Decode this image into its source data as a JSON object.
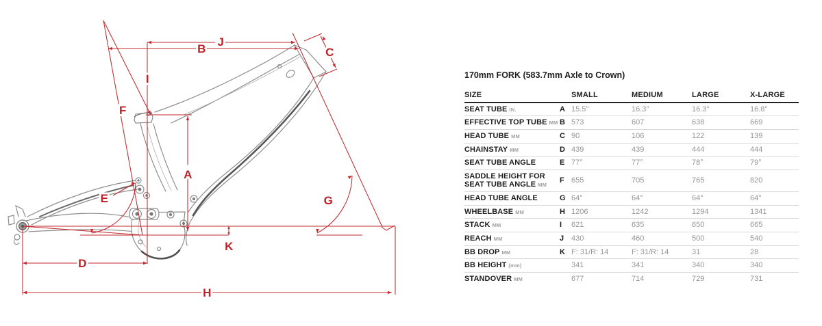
{
  "fork_note": "170mm FORK (583.7mm Axle to Crown)",
  "diagram": {
    "letters": [
      "A",
      "B",
      "C",
      "D",
      "E",
      "F",
      "G",
      "H",
      "I",
      "J",
      "K"
    ],
    "accent_red": "#bf2127",
    "frame_gray": "#8d8d8d"
  },
  "table": {
    "size_header": "SIZE",
    "columns": [
      "SMALL",
      "MEDIUM",
      "LARGE",
      "X-LARGE"
    ],
    "rows": [
      {
        "label": "SEAT TUBE",
        "unit": "IN.",
        "letter": "A",
        "values": [
          "15.5\"",
          "16.3\"",
          "16.3\"",
          "16.8\""
        ]
      },
      {
        "label": "EFFECTIVE TOP TUBE",
        "unit": "MM",
        "letter": "B",
        "values": [
          "573",
          "607",
          "638",
          "669"
        ]
      },
      {
        "label": "HEAD TUBE",
        "unit": "MM",
        "letter": "C",
        "values": [
          "90",
          "106",
          "122",
          "139"
        ]
      },
      {
        "label": "CHAINSTAY",
        "unit": "MM",
        "letter": "D",
        "values": [
          "439",
          "439",
          "444",
          "444"
        ]
      },
      {
        "label": "SEAT TUBE ANGLE",
        "unit": "",
        "letter": "E",
        "values": [
          "77°",
          "77°",
          "78°",
          "79°"
        ]
      },
      {
        "label": "SADDLE HEIGHT FOR\nSEAT TUBE ANGLE",
        "unit": "MM",
        "letter": "F",
        "values": [
          "655",
          "705",
          "765",
          "820"
        ]
      },
      {
        "label": "HEAD TUBE ANGLE",
        "unit": "",
        "letter": "G",
        "values": [
          "64°",
          "64°",
          "64°",
          "64°"
        ]
      },
      {
        "label": "WHEELBASE",
        "unit": "MM",
        "letter": "H",
        "values": [
          "1206",
          "1242",
          "1294",
          "1341"
        ]
      },
      {
        "label": "STACK",
        "unit": "MM",
        "letter": "I",
        "values": [
          "621",
          "635",
          "650",
          "665"
        ]
      },
      {
        "label": "REACH",
        "unit": "MM",
        "letter": "J",
        "values": [
          "430",
          "460",
          "500",
          "540"
        ]
      },
      {
        "label": "BB DROP",
        "unit": "MM",
        "letter": "K",
        "values": [
          "F: 31/R: 14",
          "F: 31/R: 14",
          "31",
          "28"
        ]
      },
      {
        "label": "BB HEIGHT",
        "unit": "(mm)",
        "letter": "",
        "values": [
          "341",
          "341",
          "340",
          "340"
        ]
      },
      {
        "label": "STANDOVER",
        "unit": "MM",
        "letter": "",
        "values": [
          "677",
          "714",
          "729",
          "731"
        ]
      }
    ]
  }
}
